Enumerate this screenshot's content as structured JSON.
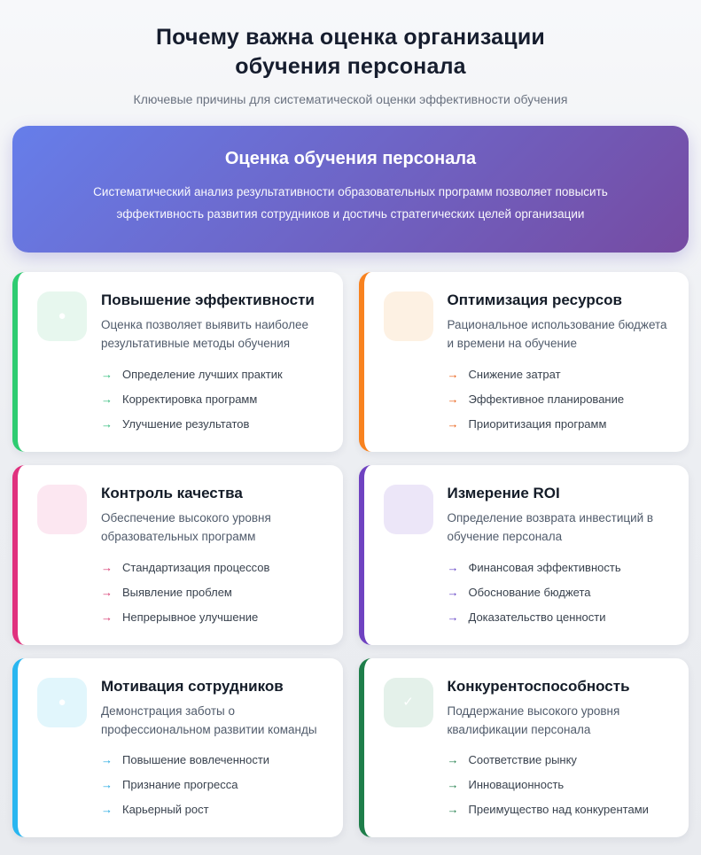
{
  "header": {
    "title_line1": "Почему важна оценка организации",
    "title_line2": "обучения персонала",
    "subtitle": "Ключевые причины для систематической оценки эффективности обучения"
  },
  "banner": {
    "title": "Оценка обучения персонала",
    "description": "Систематический анализ результативности образовательных программ позволяет повысить эффективность развития сотрудников и достичь стратегических целей организации",
    "gradient_start": "#667eea",
    "gradient_end": "#764ba2"
  },
  "ui": {
    "arrow_glyph": "→"
  },
  "cards": [
    {
      "title": "Повышение эффективности",
      "description": "Оценка позволяет выявить наиболее результативные методы обучения",
      "items": [
        "Определение лучших практик",
        "Корректировка программ",
        "Улучшение результатов"
      ],
      "accent": "#2ecc71",
      "icon_bg": "#e7f7ee",
      "arrow_color": "#29b877",
      "icon_glyph": "●",
      "icon_name": "dot-icon"
    },
    {
      "title": "Оптимизация ресурсов",
      "description": "Рациональное использование бюджета и времени на обучение",
      "items": [
        "Снижение затрат",
        "Эффективное планирование",
        "Приоритизация программ"
      ],
      "accent": "#f8821f",
      "icon_bg": "#fdf1e3",
      "arrow_color": "#e8590c",
      "icon_glyph": "",
      "icon_name": "blank-icon"
    },
    {
      "title": "Контроль качества",
      "description": "Обеспечение высокого уровня образовательных программ",
      "items": [
        "Стандартизация процессов",
        "Выявление проблем",
        "Непрерывное улучшение"
      ],
      "accent": "#e0317e",
      "icon_bg": "#fce7f1",
      "arrow_color": "#d6336c",
      "icon_glyph": "",
      "icon_name": "blank-icon"
    },
    {
      "title": "Измерение ROI",
      "description": "Определение возврата инвестиций в обучение персонала",
      "items": [
        "Финансовая эффективность",
        "Обоснование бюджета",
        "Доказательство ценности"
      ],
      "accent": "#6f42c1",
      "icon_bg": "#ece6f8",
      "arrow_color": "#5f3dc4",
      "icon_glyph": "",
      "icon_name": "blank-icon"
    },
    {
      "title": "Мотивация сотрудников",
      "description": "Демонстрация заботы о профессиональном развитии команды",
      "items": [
        "Повышение вовлеченности",
        "Признание прогресса",
        "Карьерный рост"
      ],
      "accent": "#29b6f0",
      "icon_bg": "#e1f6fc",
      "arrow_color": "#1ea7e0",
      "icon_glyph": "●",
      "icon_name": "dot-icon"
    },
    {
      "title": "Конкурентоспособность",
      "description": "Поддержание высокого уровня квалификации персонала",
      "items": [
        "Соответствие рынку",
        "Инновационность",
        "Преимущество над конкурентами"
      ],
      "accent": "#1e7e4a",
      "icon_bg": "#e4f1ea",
      "arrow_color": "#1e7e4a",
      "icon_glyph": "✓",
      "icon_name": "check-icon"
    }
  ]
}
